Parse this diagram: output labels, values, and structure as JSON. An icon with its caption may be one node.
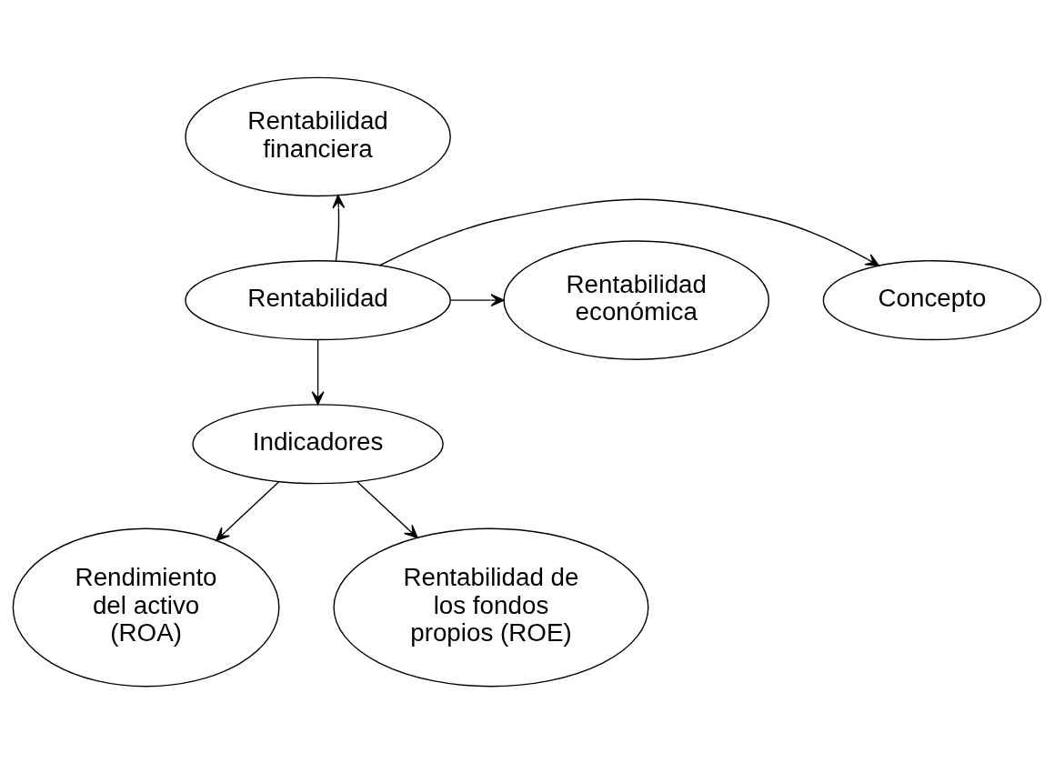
{
  "diagram": {
    "nodes": [
      {
        "text": [
          "Rentabilidad financiera"
        ]
      },
      {
        "text": [
          "Concepto"
        ]
      },
      {
        "text": [
          "Rentabilidad"
        ]
      },
      {
        "text": [
          "Rentabilidad económica"
        ]
      },
      {
        "text": [
          "Indicadores"
        ]
      },
      {
        "text": [
          "Rendimiento del activo (ROA)"
        ]
      },
      {
        "text": [
          "Rentabilidad de los fondos propios (ROE)"
        ]
      }
    ],
    "edges": [
      {
        "from": 2,
        "to": 0,
        "arrow": "to"
      },
      {
        "from": 2,
        "to": 1,
        "arrow": "to"
      },
      {
        "from": 2,
        "to": 3,
        "arrow": "to"
      },
      {
        "from": 2,
        "to": 4,
        "arrow": "to"
      },
      {
        "from": 4,
        "to": 5,
        "arrow": "to"
      },
      {
        "from": 4,
        "to": 6,
        "arrow": "to"
      }
    ]
  }
}
